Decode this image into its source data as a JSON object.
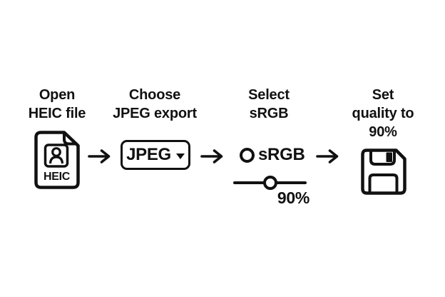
{
  "canvas": {
    "background": "#ffffff",
    "ink": "#111111"
  },
  "steps": [
    {
      "name": "open-heic-file",
      "label": "Open\nHEIC file",
      "icon": "heic-file-icon",
      "file_badge": "HEIC"
    },
    {
      "name": "choose-jpeg-export",
      "label": "Choose\nJPEG export",
      "icon": "jpeg-dropdown-button",
      "dropdown_value": "JPEG",
      "dropdown_caret_icon": "caret-down-icon"
    },
    {
      "name": "select-srgb",
      "label": "Select\nsRGB",
      "icon": "radio-and-slider",
      "radio_label": "sRGB",
      "radio_selected": false,
      "slider_value_label": "90%",
      "slider_percent": 50
    },
    {
      "name": "set-quality-90",
      "label": "Set\nquality to\n90%",
      "icon": "floppy-save-icon"
    }
  ],
  "arrows": {
    "icon": "arrow-right-icon",
    "count": 3
  }
}
